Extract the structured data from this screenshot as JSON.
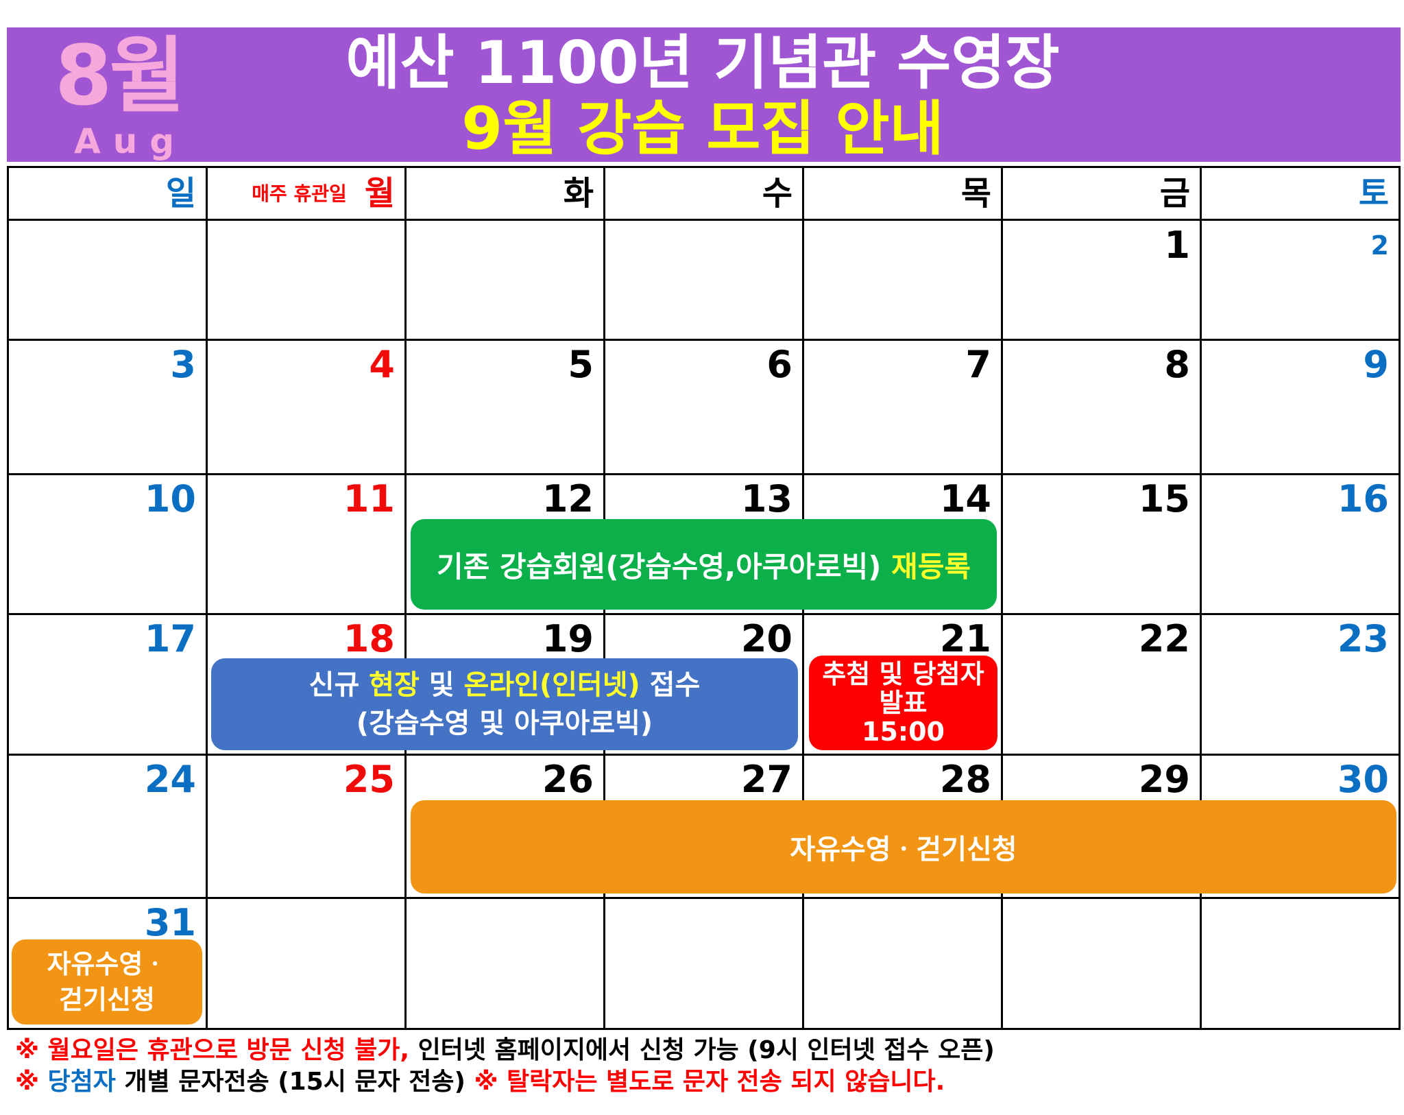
{
  "header": {
    "month_number": "8월",
    "month_english": "Aug",
    "title_line1": "예산 1100년 기념관 수영장",
    "title_line2": "9월 강습 모집 안내"
  },
  "weekdays": {
    "sun": "일",
    "mon_note": "매주 휴관일",
    "mon": "월",
    "tue": "화",
    "wed": "수",
    "thu": "목",
    "fri": "금",
    "sat": "토"
  },
  "days": {
    "d1": "1",
    "d2": "2",
    "d3": "3",
    "d4": "4",
    "d5": "5",
    "d6": "6",
    "d7": "7",
    "d8": "8",
    "d9": "9",
    "d10": "10",
    "d11": "11",
    "d12": "12",
    "d13": "13",
    "d14": "14",
    "d15": "15",
    "d16": "16",
    "d17": "17",
    "d18": "18",
    "d19": "19",
    "d20": "20",
    "d21": "21",
    "d22": "22",
    "d23": "23",
    "d24": "24",
    "d25": "25",
    "d26": "26",
    "d27": "27",
    "d28": "28",
    "d29": "29",
    "d30": "30",
    "d31": "31"
  },
  "events": {
    "reregister_text": "기존 강습회원(강습수영,아쿠아로빅) ",
    "reregister_highlight": "재등록",
    "new_prefix": "신규 ",
    "new_hl1": "현장",
    "new_mid": " 및 ",
    "new_hl2": "온라인(인터넷)",
    "new_suffix": " 접수",
    "new_line2": "(강습수영 및 아쿠아로빅)",
    "lottery_line1": "추첨 및 당첨자",
    "lottery_line2": "발표",
    "lottery_time": "15:00",
    "free_swim": "자유수영ㆍ걷기신청",
    "free_swim_31_line1": "자유수영ㆍ",
    "free_swim_31_line2": "걷기신청"
  },
  "notices": {
    "n1_red": "※ 월요일은 휴관으로 방문 신청 불가, ",
    "n1_black": "인터넷 홈페이지에서 신청 가능 (9시 인터넷 접수 오픈)",
    "n2_red1": "※ ",
    "n2_blue": "당첨자",
    "n2_black": " 개별 문자전송 (15시 문자 전송) ",
    "n2_red2": "※ 탈락자는 별도로 문자 전송 되지 않습니다."
  },
  "colors": {
    "header_bg": "#a055d2",
    "sunday": "#0a6ec2",
    "monday": "#f00a0a",
    "reregister": "#0bb04a",
    "new_registration": "#4472c4",
    "lottery": "#ff0000",
    "free_swim": "#f39514"
  }
}
